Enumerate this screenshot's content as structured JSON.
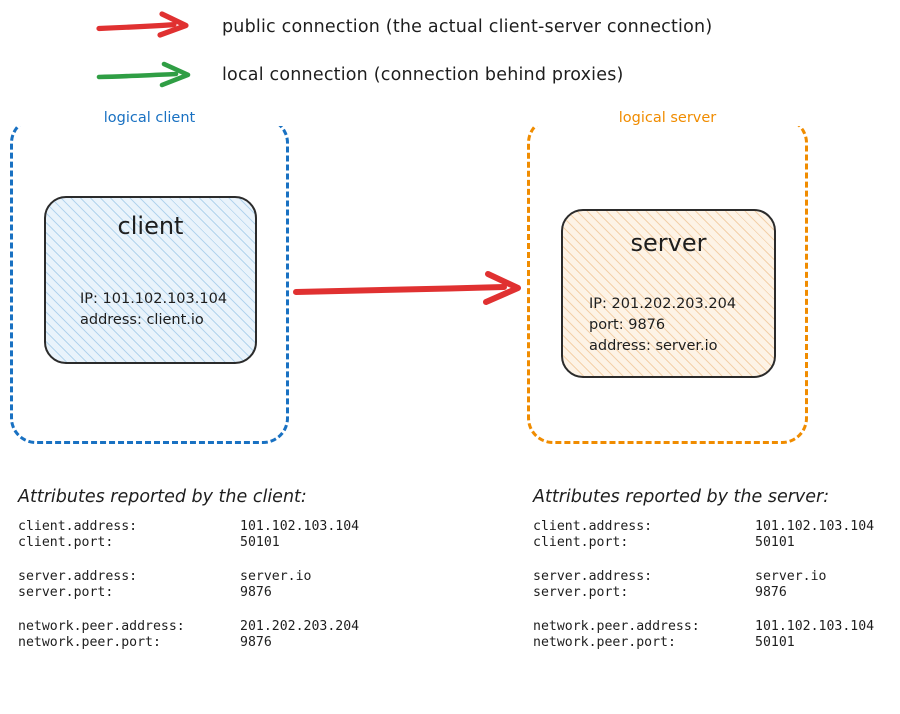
{
  "legend": {
    "items": [
      {
        "icon": "red-arrow-icon",
        "color": "#e03131",
        "label": "public connection (the actual client-server connection)"
      },
      {
        "icon": "green-arrow-icon",
        "color": "#2f9e44",
        "label": "local connection (connection behind proxies)"
      }
    ]
  },
  "diagram": {
    "client_container": {
      "label": "logical client",
      "border_color": "#1971c2",
      "node": {
        "title": "client",
        "fill_color": "#e9f3fb",
        "hatch_color": "#87bae1",
        "details": "IP: 101.102.103.104\naddress: client.io"
      }
    },
    "server_container": {
      "label": "logical server",
      "border_color": "#f08c00",
      "node": {
        "title": "server",
        "fill_color": "#fdf3e6",
        "hatch_color": "#e9af6e",
        "details": "IP: 201.202.203.204\nport: 9876\naddress: server.io"
      }
    },
    "main_connection": {
      "name": "public-connection-arrow",
      "color": "#e03131",
      "from": "client",
      "to": "server"
    }
  },
  "attributes_client": {
    "heading": "Attributes reported by the client:",
    "rows": [
      {
        "key": "client.address:",
        "value": "101.102.103.104"
      },
      {
        "key": "client.port:",
        "value": "50101"
      },
      {
        "key": "server.address:",
        "value": "server.io"
      },
      {
        "key": "server.port:",
        "value": "9876"
      },
      {
        "key": "network.peer.address:",
        "value": "201.202.203.204"
      },
      {
        "key": "network.peer.port:",
        "value": "9876"
      }
    ]
  },
  "attributes_server": {
    "heading": "Attributes reported by the server:",
    "rows": [
      {
        "key": "client.address:",
        "value": "101.102.103.104"
      },
      {
        "key": "client.port:",
        "value": "50101"
      },
      {
        "key": "server.address:",
        "value": "server.io"
      },
      {
        "key": "server.port:",
        "value": "9876"
      },
      {
        "key": "network.peer.address:",
        "value": "101.102.103.104"
      },
      {
        "key": "network.peer.port:",
        "value": "50101"
      }
    ]
  }
}
